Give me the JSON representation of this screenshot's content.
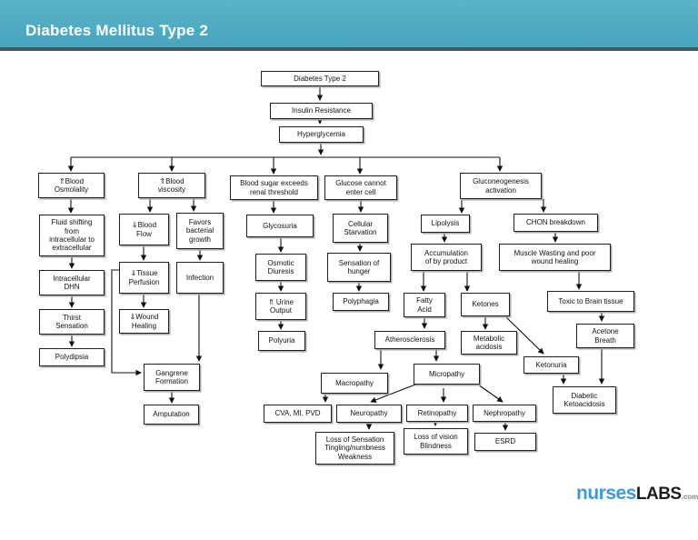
{
  "header": {
    "title": "Diabetes Mellitus Type 2"
  },
  "colors": {
    "header_bg": "#4aa9c2",
    "header_border": "#3e5864",
    "box_border": "#1f1f1f",
    "logo_blue": "#3a9ada"
  },
  "nodes": {
    "diabetes_type2": {
      "label": "Diabetes Type 2"
    },
    "insulin_resistance": {
      "label": "Insulin Resistance"
    },
    "hyperglycemia": {
      "label": "Hyperglycemia"
    },
    "blood_osmolality": {
      "label": "⇑Blood\nOsmolality"
    },
    "blood_viscosity": {
      "label": "⇑Blood\nviscosity"
    },
    "renal_threshold": {
      "label": "Blood sugar exceeds\nrenal threshold"
    },
    "glucose_cannot": {
      "label": "Glucose cannot\nenter cell"
    },
    "gluconeogenesis": {
      "label": "Gluconeogenesis\nactivation"
    },
    "fluid_shifting": {
      "label": "Fluid shifting\nfrom\nintracellular to\nextracellular"
    },
    "intracellular_dhn": {
      "label": "Intracellular\nDHN"
    },
    "thirst_sensation": {
      "label": "Thirst\nSensation"
    },
    "polydipsia": {
      "label": "Polydipsia"
    },
    "blood_flow": {
      "label": "⇓Blood\nFlow"
    },
    "favors_bacterial": {
      "label": "Favors\nbacterial\ngrowth"
    },
    "tissue_perfusion": {
      "label": "⇓Tissue\nPerfusion"
    },
    "infection": {
      "label": "Infection"
    },
    "wound_healing": {
      "label": "⇓Wound\nHealing"
    },
    "gangrene": {
      "label": "Gangrene\nFormation"
    },
    "amputation": {
      "label": "Amputation"
    },
    "glycosuria": {
      "label": "Glycosuria"
    },
    "osmotic_diuresis": {
      "label": "Osmotic\nDiuresis"
    },
    "urine_output": {
      "label": "⇑ Urine\nOutput"
    },
    "polyuria": {
      "label": "Polyuria"
    },
    "cellular_starvation": {
      "label": "Cellular\nStarvation"
    },
    "sensation_hunger": {
      "label": "Sensation of\nhunger"
    },
    "polyphagia": {
      "label": "Polyphagia"
    },
    "lipolysis": {
      "label": "Lipolysis"
    },
    "chon_breakdown": {
      "label": "CHON breakdown"
    },
    "accumulation": {
      "label": "Accumulation\nof by product"
    },
    "muscle_wasting": {
      "label": "Muscle Wasting and poor\nwound healing"
    },
    "fatty_acid": {
      "label": "Fatty\nAcid"
    },
    "ketones": {
      "label": "Ketones"
    },
    "toxic_brain": {
      "label": "Toxic to Brain tissue"
    },
    "atherosclerosis": {
      "label": "Atherosclerosis"
    },
    "metabolic_acidosis": {
      "label": "Metabolic\nacidosis"
    },
    "acetone_breath": {
      "label": "Acetone\nBreath"
    },
    "ketonuria": {
      "label": "Ketonuria"
    },
    "micropathy": {
      "label": "Micropathy"
    },
    "diabetic_keto": {
      "label": "Diabetic\nKetoacidosis"
    },
    "macropathy": {
      "label": "Macropathy"
    },
    "cva": {
      "label": "CVA, MI, PVD"
    },
    "neuropathy": {
      "label": "Neuropathy"
    },
    "retinopathy": {
      "label": "Retinopathy"
    },
    "nephropathy": {
      "label": "Nephropathy"
    },
    "loss_sensation": {
      "label": "Loss of Sensation\nTingling/numbness\nWeakness"
    },
    "loss_vision": {
      "label": "Loss of vision\nBlindness"
    },
    "esrd": {
      "label": "ESRD"
    }
  },
  "logo": {
    "nurses": "nurses",
    "labs": "LABS",
    "tld": ".com"
  }
}
